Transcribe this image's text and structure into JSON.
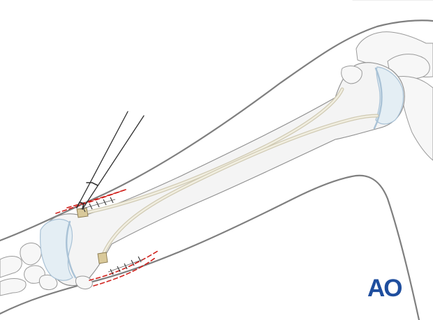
{
  "figure": {
    "logo": "AO",
    "colors": {
      "skin_outline": "#7f7f7f",
      "bone_fill": "#f4f4f4",
      "cartilage": "#a9c2d6",
      "nail": "#cfc9b2",
      "incision": "#d0221d",
      "logo": "#1f4e9e"
    },
    "elements": [
      "forearm-outline",
      "radius-bone",
      "elastic-nails",
      "incision-lines",
      "forceps-instrument",
      "ao-logo"
    ]
  }
}
